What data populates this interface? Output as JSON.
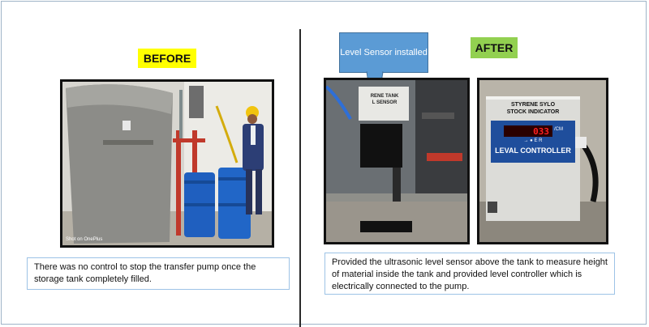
{
  "before": {
    "label": "BEFORE",
    "caption": "There was no control to stop the transfer pump once the storage tank completely filled.",
    "photo_overlay_text": "Shot on OnePlus"
  },
  "after": {
    "label": "AFTER",
    "callout": "Level Sensor installed",
    "caption": "Provided the ultrasonic level sensor above the tank to measure height of material inside the tank and provided level controller which is electrically connected to the pump.",
    "sensor_plate": {
      "line1": "RENE TANK",
      "line2": "L SENSOR"
    },
    "controller": {
      "title_line1": "STYRENE SYLO",
      "title_line2": "STOCK INDICATOR",
      "display_value": "033",
      "display_unit": "CM",
      "indicator_text": "→ ● E R",
      "brand": "LEVAL CONTROLLER"
    }
  },
  "colors": {
    "before_tag": "#ffff00",
    "after_tag": "#92d050",
    "callout": "#5b9bd5",
    "caption_border": "#9dc3e6",
    "controller_panel": "#1f4e9c",
    "display_red": "#ff2020"
  }
}
